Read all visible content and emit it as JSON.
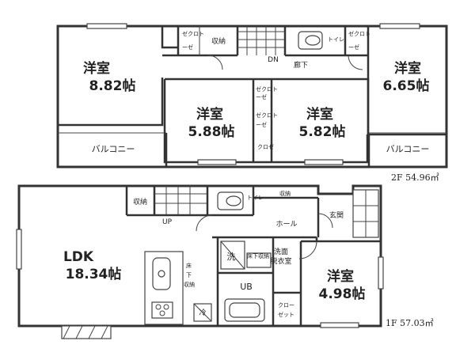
{
  "floor2": {
    "area_label": "2F 54.96㎡",
    "rooms": {
      "west": {
        "name": "洋室",
        "size": "8.82帖"
      },
      "center_left": {
        "name": "洋室",
        "size": "5.88帖"
      },
      "center_right": {
        "name": "洋室",
        "size": "5.82帖"
      },
      "east": {
        "name": "洋室",
        "size": "6.65帖"
      }
    },
    "balcony_west": "バルコニー",
    "balcony_east": "バルコニー",
    "closet_1": "ゼクロト",
    "closet_1b": "ーゼ",
    "storage": "収納",
    "toilet": "トイレ",
    "closet_2": "ゼクロト",
    "closet_2b": "ーゼ",
    "hall": "廊下",
    "dn": "DN",
    "closet_3": "ゼクロト",
    "closet_3b": "ーゼ",
    "closet_4": "ゼクロト",
    "closet_4b": "ーゼ",
    "closet_5": "クロゼ"
  },
  "floor1": {
    "area_label": "1F 57.03㎡",
    "rooms": {
      "ldk": {
        "name": "LDK",
        "size": "18.34帖"
      },
      "bedroom": {
        "name": "洋室",
        "size": "4.98帖"
      }
    },
    "storage_1": "収納",
    "storage_2": "収納",
    "toilet": "トイレ",
    "hall": "ホール",
    "entrance": "玄関",
    "up": "UP",
    "washroom_1": "洗面",
    "washroom_2": "脱衣室",
    "washer": "洗",
    "underfloor": "床下収納",
    "ub": "UB",
    "fridge": "冷",
    "floor_storage_1": "床",
    "floor_storage_2": "下",
    "floor_storage_3": "収納",
    "closet_1": "クロー",
    "closet_2": "ゼット"
  }
}
